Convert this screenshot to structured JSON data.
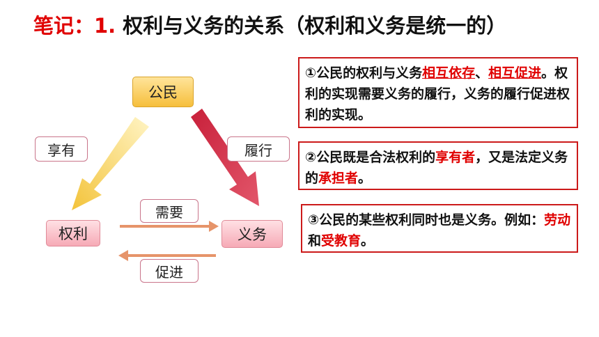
{
  "title": {
    "prefix": "笔记：1. ",
    "text": "权利与义务的关系（权利和义务是统一的）"
  },
  "nodes": {
    "citizen": "公民",
    "rights": "权利",
    "duty": "义务"
  },
  "edge_labels": {
    "enjoy": "享有",
    "perform": "履行",
    "need": "需要",
    "promote": "促进"
  },
  "notes": [
    {
      "segments": [
        {
          "text": "①公民的权利与义务",
          "style": ""
        },
        {
          "text": "相互依存",
          "style": "hl ul"
        },
        {
          "text": "、",
          "style": ""
        },
        {
          "text": "相互促进",
          "style": "hl ul"
        },
        {
          "text": "。权利的实现需要义务的履行，义务的履行促进权利的实现。",
          "style": ""
        }
      ]
    },
    {
      "segments": [
        {
          "text": "②公民既是合法权利的",
          "style": ""
        },
        {
          "text": "享有者",
          "style": "hl"
        },
        {
          "text": "，又是法定义务的",
          "style": ""
        },
        {
          "text": "承担者",
          "style": "hl"
        },
        {
          "text": "。",
          "style": ""
        }
      ]
    },
    {
      "segments": [
        {
          "text": "③公民的某些权利同时也是义务。例如：",
          "style": ""
        },
        {
          "text": "劳动",
          "style": "hl"
        },
        {
          "text": "和",
          "style": ""
        },
        {
          "text": "受教育",
          "style": "hl"
        },
        {
          "text": "。",
          "style": ""
        }
      ]
    }
  ],
  "colors": {
    "title_prefix": "#e00000",
    "highlight": "#e00000",
    "box_border": "#cc1a1a"
  }
}
